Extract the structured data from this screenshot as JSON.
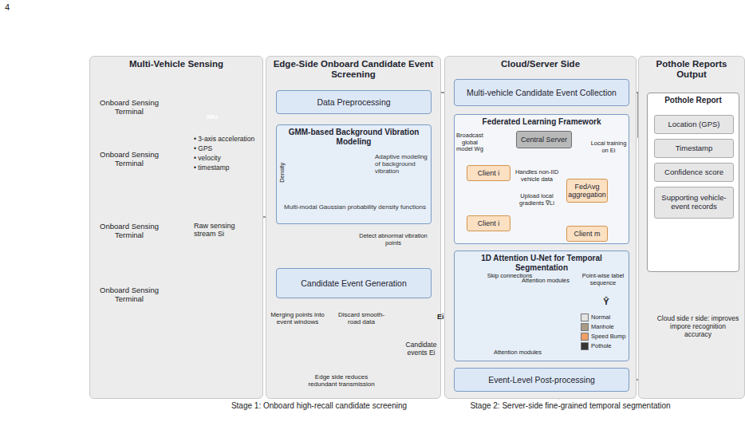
{
  "diagram": {
    "nodes": [
      {
        "text": [
          "Multi-Vehicle Sensing"
        ]
      },
      {
        "text": [
          "Edge-Side Onboard Candidate Event Screening"
        ]
      },
      {
        "text": [
          "Data Preprocessing"
        ],
        "in": 1
      },
      {
        "text": [
          "GMM-based Background Vibration Modeling",
          "Adaptive modeling of background vibration",
          "Multi-modal Gaussian probability density functions"
        ],
        "in": 1
      },
      {
        "text": [
          "Candidate Event Generation"
        ],
        "in": 1
      },
      {
        "text": [
          "Cloud/Server Side"
        ]
      },
      {
        "text": [
          "Multi-vehicle Candidate Event Collection"
        ],
        "in": 5
      },
      {
        "text": [
          "Federated Learning Framework"
        ],
        "in": 5
      },
      {
        "text": [
          "Central Server"
        ],
        "in": 7
      },
      {
        "text": [
          "Client i"
        ],
        "in": 7
      },
      {
        "text": [
          "Client i"
        ],
        "in": 7
      },
      {
        "text": [
          "FedAvg aggregation"
        ],
        "in": 7
      },
      {
        "text": [
          "Client m"
        ],
        "in": 7
      },
      {
        "text": [
          "1D Attention U-Net for Temporal Segmentation"
        ],
        "in": 5
      },
      {
        "text": [
          "Event-Level Post-processing"
        ],
        "in": 5
      },
      {
        "text": [
          "Pothole Reports Output"
        ]
      },
      {
        "text": [
          "Pothole Report"
        ],
        "in": 15
      },
      {
        "text": [
          "Location (GPS)"
        ],
        "in": 16
      },
      {
        "text": [
          "Timestamp"
        ],
        "in": 16
      },
      {
        "text": [
          "Confidence score"
        ],
        "in": 16
      },
      {
        "text": [
          "Supporting vehicle-event records"
        ],
        "in": 16
      }
    ],
    "edges": [
      {
        "from": 2,
        "to": 3,
        "arrow": "to"
      },
      {
        "from": 3,
        "to": 4,
        "arrow": "to",
        "label": "Detect abnormal vibration points"
      },
      {
        "from": 4,
        "to": 6,
        "arrow": "to"
      },
      {
        "from": 6,
        "to": 7,
        "arrow": "to"
      },
      {
        "from": 8,
        "to": 9,
        "arrow": "to",
        "label": "Broadcast global model Wg"
      },
      {
        "from": 10,
        "to": 11,
        "arrow": "to",
        "label": "Upload local gradients ∇Li"
      },
      {
        "from": 11,
        "to": 8,
        "arrow": "to",
        "label": "Local training on Ei"
      },
      {
        "from": 12,
        "to": 11,
        "arrow": "to"
      },
      {
        "from": 7,
        "to": 13,
        "arrow": "to"
      },
      {
        "from": 13,
        "to": 7,
        "arrow": "to"
      },
      {
        "from": 13,
        "to": 14,
        "arrow": "to"
      },
      {
        "from": 14,
        "to": 16,
        "arrow": "to"
      },
      {
        "from": 6,
        "to": 16,
        "arrow": "to"
      }
    ],
    "labels": [
      "4",
      "Onboard Sensing Terminal",
      "Onboard Sensing Terminal",
      "Onboard Sensing Terminal",
      "Onboard Sensing Terminal",
      "IMU",
      "• 3-axis acceleration",
      "• GPS",
      "• velocity",
      "• timestamp",
      "Raw sensing stream Si",
      "Density",
      "Merging points into event windows",
      "Discard smooth-road data",
      "Edge side reduces redundant transmission",
      "Candidate events Ei",
      "Handles non-IID vehicle data",
      "Skip connections",
      "Attention modules",
      "Attention modules",
      "Point-wise label sequence",
      "Ŷ",
      "Ei",
      "Cloud side r side: improves impore recognition accuracy",
      "Stage 1: Onboard high-recall candidate screening",
      "Stage 2: Server-side fine-grained temporal segmentation"
    ],
    "legend": [
      {
        "text": "Normal",
        "color": "#e4e4e4"
      },
      {
        "text": "Manhole",
        "color": "#a99b86"
      },
      {
        "text": "Speed Bump",
        "color": "#ef9f66"
      },
      {
        "text": "Pothole",
        "color": "#363636"
      }
    ]
  }
}
